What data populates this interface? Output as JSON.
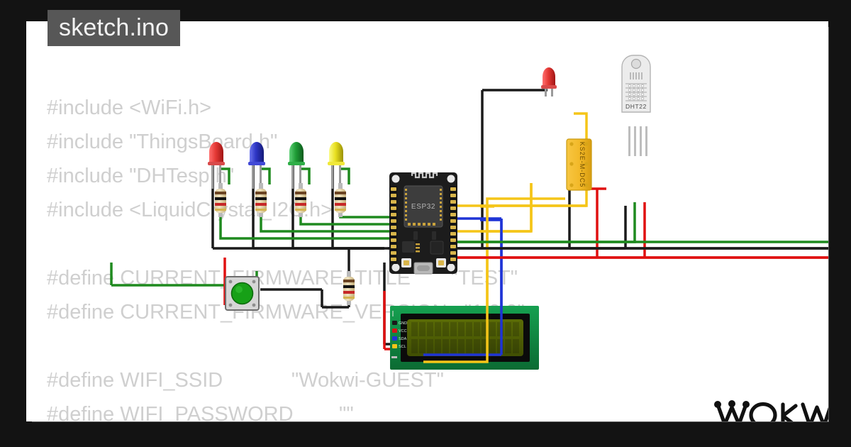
{
  "window": {
    "background_color": "#131313",
    "canvas_color": "#ffffff",
    "shadow_color": "#5a5a5a"
  },
  "file_tab": {
    "label": "sketch.ino",
    "chip_bg": "#575757",
    "text_color": "#f2f2f2"
  },
  "editor": {
    "text_color": "#cfcfcf",
    "lines": [
      "#include <WiFi.h>",
      "#include \"ThingsBoard.h\"",
      "#include \"DHTesp.h\"",
      "#include <LiquidCrystal_I2C.h>",
      "",
      "#define CURRENT_FIRMWARE_TITLE       \"TEST\"",
      "#define CURRENT_FIRMWARE_VERSION   \"1.0.0\"",
      "",
      "#define WIFI_SSID            \"Wokwi-GUEST\"",
      "#define WIFI_PASSWORD        \"\""
    ]
  },
  "diagram": {
    "board": {
      "name": "ESP32 DevKit V1",
      "chip_label": "ESP32",
      "body_color": "#1c1c1c",
      "shield_color": "#3a3a3a",
      "pin_color": "#d8b54a"
    },
    "components": [
      {
        "name": "led-red-top",
        "type": "led",
        "color": "#e53935"
      },
      {
        "name": "led-red",
        "type": "led",
        "color": "#e53935"
      },
      {
        "name": "led-blue",
        "type": "led",
        "color": "#2d35c4"
      },
      {
        "name": "led-green",
        "type": "led",
        "color": "#1f9d36"
      },
      {
        "name": "led-yellow",
        "type": "led",
        "color": "#e9e020"
      },
      {
        "name": "pushbutton",
        "type": "pushbutton",
        "color": "#17a017"
      },
      {
        "name": "relay",
        "type": "relay",
        "label": "KS2E-M-DC5",
        "color": "#f2b827"
      },
      {
        "name": "dht22",
        "type": "temp-sensor",
        "label": "DHT22",
        "color": "#e9e9e9"
      },
      {
        "name": "lcd1602",
        "type": "lcd1602",
        "color": "#0f8040",
        "screen_color": "#4e5e05"
      }
    ],
    "lcd_pins": [
      "GND",
      "VCC",
      "SDA",
      "SCL"
    ],
    "wire_colors": {
      "ground": "#1a1a1a",
      "power": "#e01010",
      "signal": "#1f8a1f",
      "i2c_sda": "#1a34d6",
      "i2c_scl": "#f5c518",
      "yellow": "#f5c518"
    }
  },
  "branding": {
    "logo_text": "WOKWI",
    "logo_color": "#111111"
  }
}
